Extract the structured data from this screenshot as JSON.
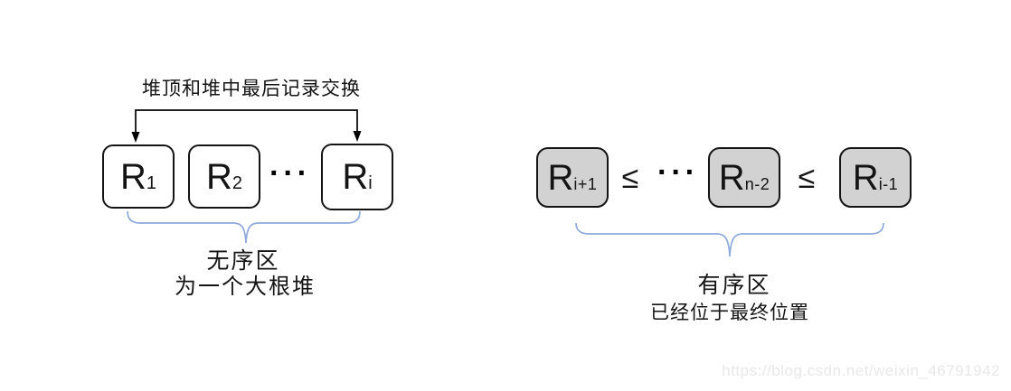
{
  "swap": {
    "label": "堆顶和堆中最后记录交换"
  },
  "unsorted_region": {
    "boxes": [
      {
        "symbol": "R",
        "sub": "1"
      },
      {
        "symbol": "R",
        "sub": "2"
      },
      {
        "symbol": "R",
        "sub": "i"
      }
    ],
    "ellipsis": "···",
    "label_title": "无序区",
    "label_subtitle": "为一个大根堆"
  },
  "sorted_region": {
    "boxes": [
      {
        "symbol": "R",
        "sub": "i+1"
      },
      {
        "symbol": "R",
        "sub": "n-2"
      },
      {
        "symbol": "R",
        "sub": "i-1"
      }
    ],
    "relation": "≤",
    "ellipsis": "···",
    "label_title": "有序区",
    "label_subtitle": "已经位于最终位置"
  },
  "watermark": {
    "url_text": "https://blog.csdn.net/weixin_46791942"
  },
  "colors": {
    "arrow": "#000000",
    "brace": "#8faadc",
    "box_border": "#141414",
    "box_gray_fill": "#d2d2d2",
    "box_white_fill": "#ffffff",
    "watermark_text": "#e8e8e8"
  }
}
